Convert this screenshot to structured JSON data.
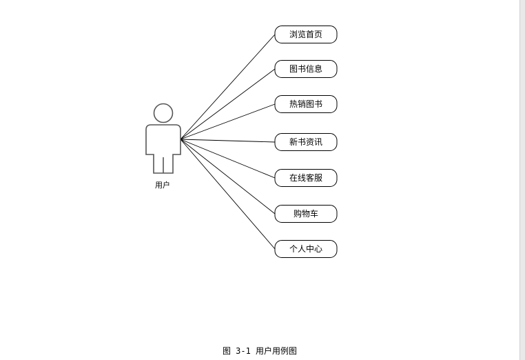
{
  "diagram": {
    "actor": {
      "label": "用户",
      "icon": "person-icon"
    },
    "use_cases": [
      "浏览首页",
      "图书信息",
      "热销图书",
      "新书资讯",
      "在线客服",
      "购物车",
      "个人中心"
    ]
  },
  "caption": "图 3-1 用户用例图"
}
